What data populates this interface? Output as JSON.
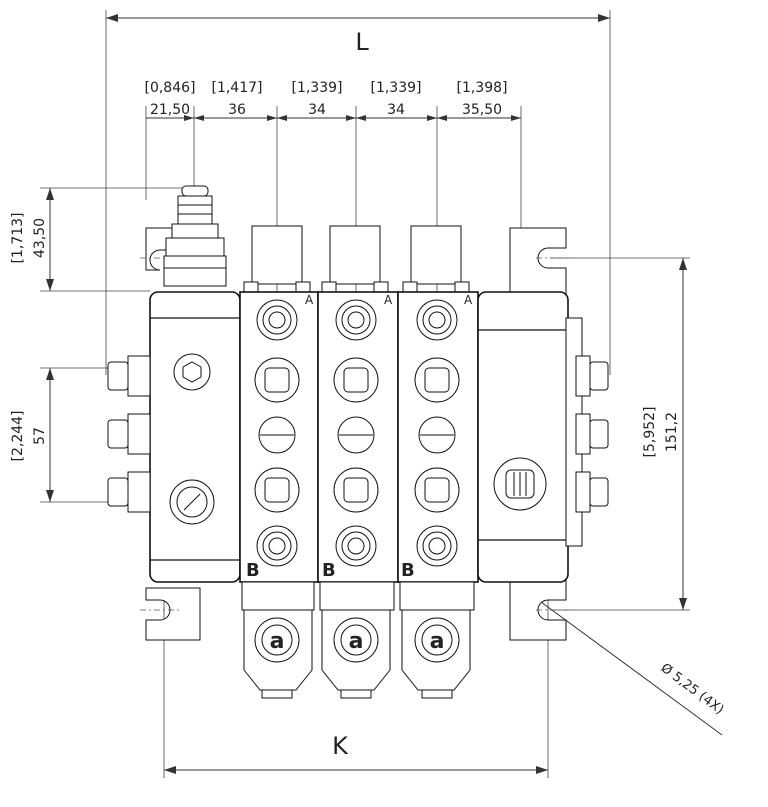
{
  "dimensions": {
    "overall_length": "L",
    "mount_span": "K",
    "sections": [
      {
        "inch": "[0,846]",
        "mm": "21,50"
      },
      {
        "inch": "[1,417]",
        "mm": "36"
      },
      {
        "inch": "[1,339]",
        "mm": "34"
      },
      {
        "inch": "[1,339]",
        "mm": "34"
      },
      {
        "inch": "[1,398]",
        "mm": "35,50"
      }
    ],
    "relief_height": {
      "inch": "[1,713]",
      "mm": "43,50"
    },
    "port_spacing": {
      "inch": "[2,244]",
      "mm": "57"
    },
    "mount_height": {
      "inch": "[5,952]",
      "mm": "151,2"
    },
    "hole_note": "Ø 5,25 (4X)"
  },
  "port_labels": {
    "a": "A",
    "b": "B",
    "handle": "a"
  }
}
